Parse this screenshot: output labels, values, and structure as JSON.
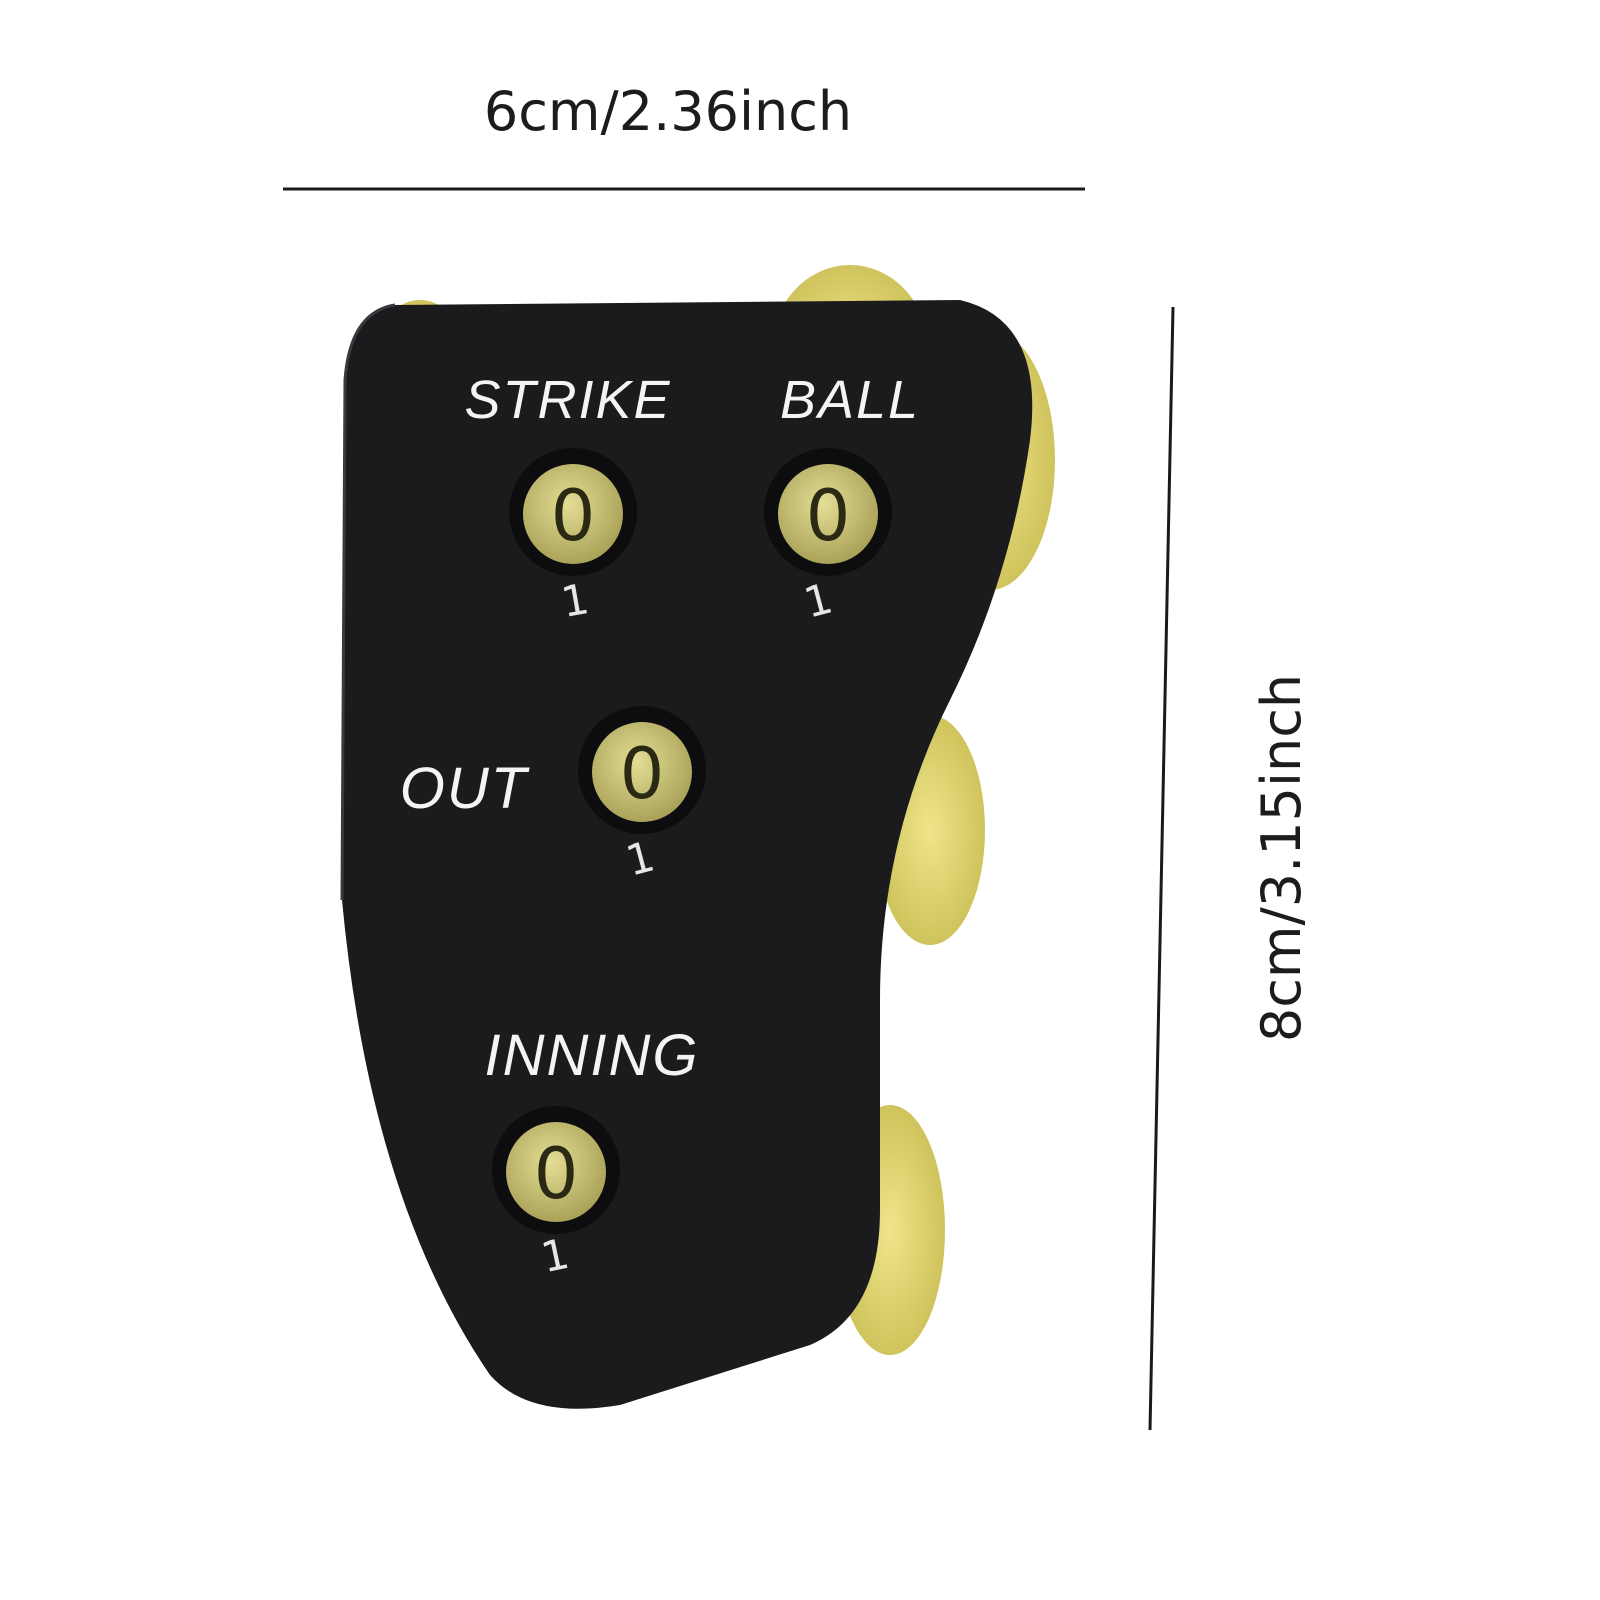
{
  "dimensions": {
    "width_label": "6cm/2.36inch",
    "height_label": "8cm/3.15inch"
  },
  "counter": {
    "labels": {
      "strike": "STRIKE",
      "ball": "BALL",
      "out": "OUT",
      "inning": "INNING"
    },
    "dials": {
      "strike": {
        "value": "0",
        "next": "1"
      },
      "ball": {
        "value": "0",
        "next": "1"
      },
      "out": {
        "value": "0",
        "next": "1"
      },
      "inning": {
        "value": "0",
        "next": "1"
      }
    }
  },
  "colors": {
    "body": "#1b1b1e",
    "wheel": "#d9d26a",
    "dial_face": "#c9c27a",
    "line": "#1a1a1a"
  }
}
